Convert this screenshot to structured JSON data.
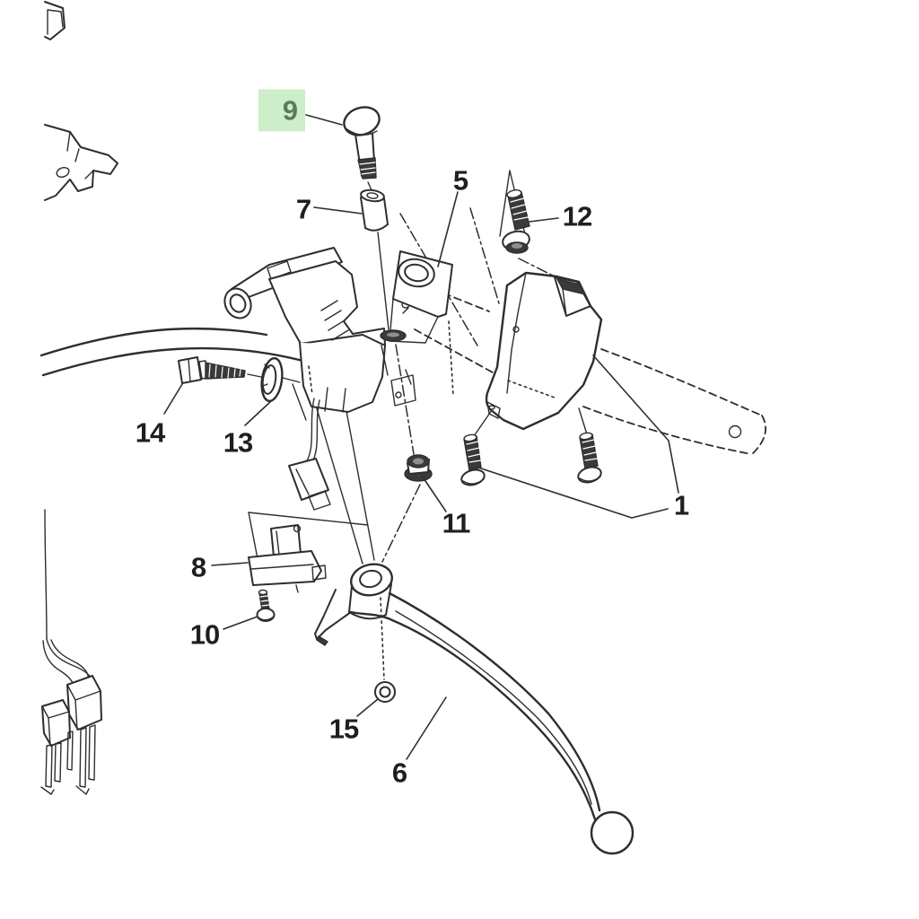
{
  "diagram": {
    "background": "#ffffff",
    "ink_color": "#2e2e2e",
    "highlight": {
      "fill": "#cdeec8",
      "text_color": "#5c7a5e",
      "style": "background:#cdeec8;color:#5c7a5e;",
      "applies_to_label": "9"
    },
    "labels": [
      {
        "num": "1"
      },
      {
        "num": "5"
      },
      {
        "num": "6"
      },
      {
        "num": "7"
      },
      {
        "num": "8"
      },
      {
        "num": "9",
        "highlighted": true
      },
      {
        "num": "10"
      },
      {
        "num": "11"
      },
      {
        "num": "12"
      },
      {
        "num": "13"
      },
      {
        "num": "14"
      },
      {
        "num": "15"
      }
    ]
  }
}
